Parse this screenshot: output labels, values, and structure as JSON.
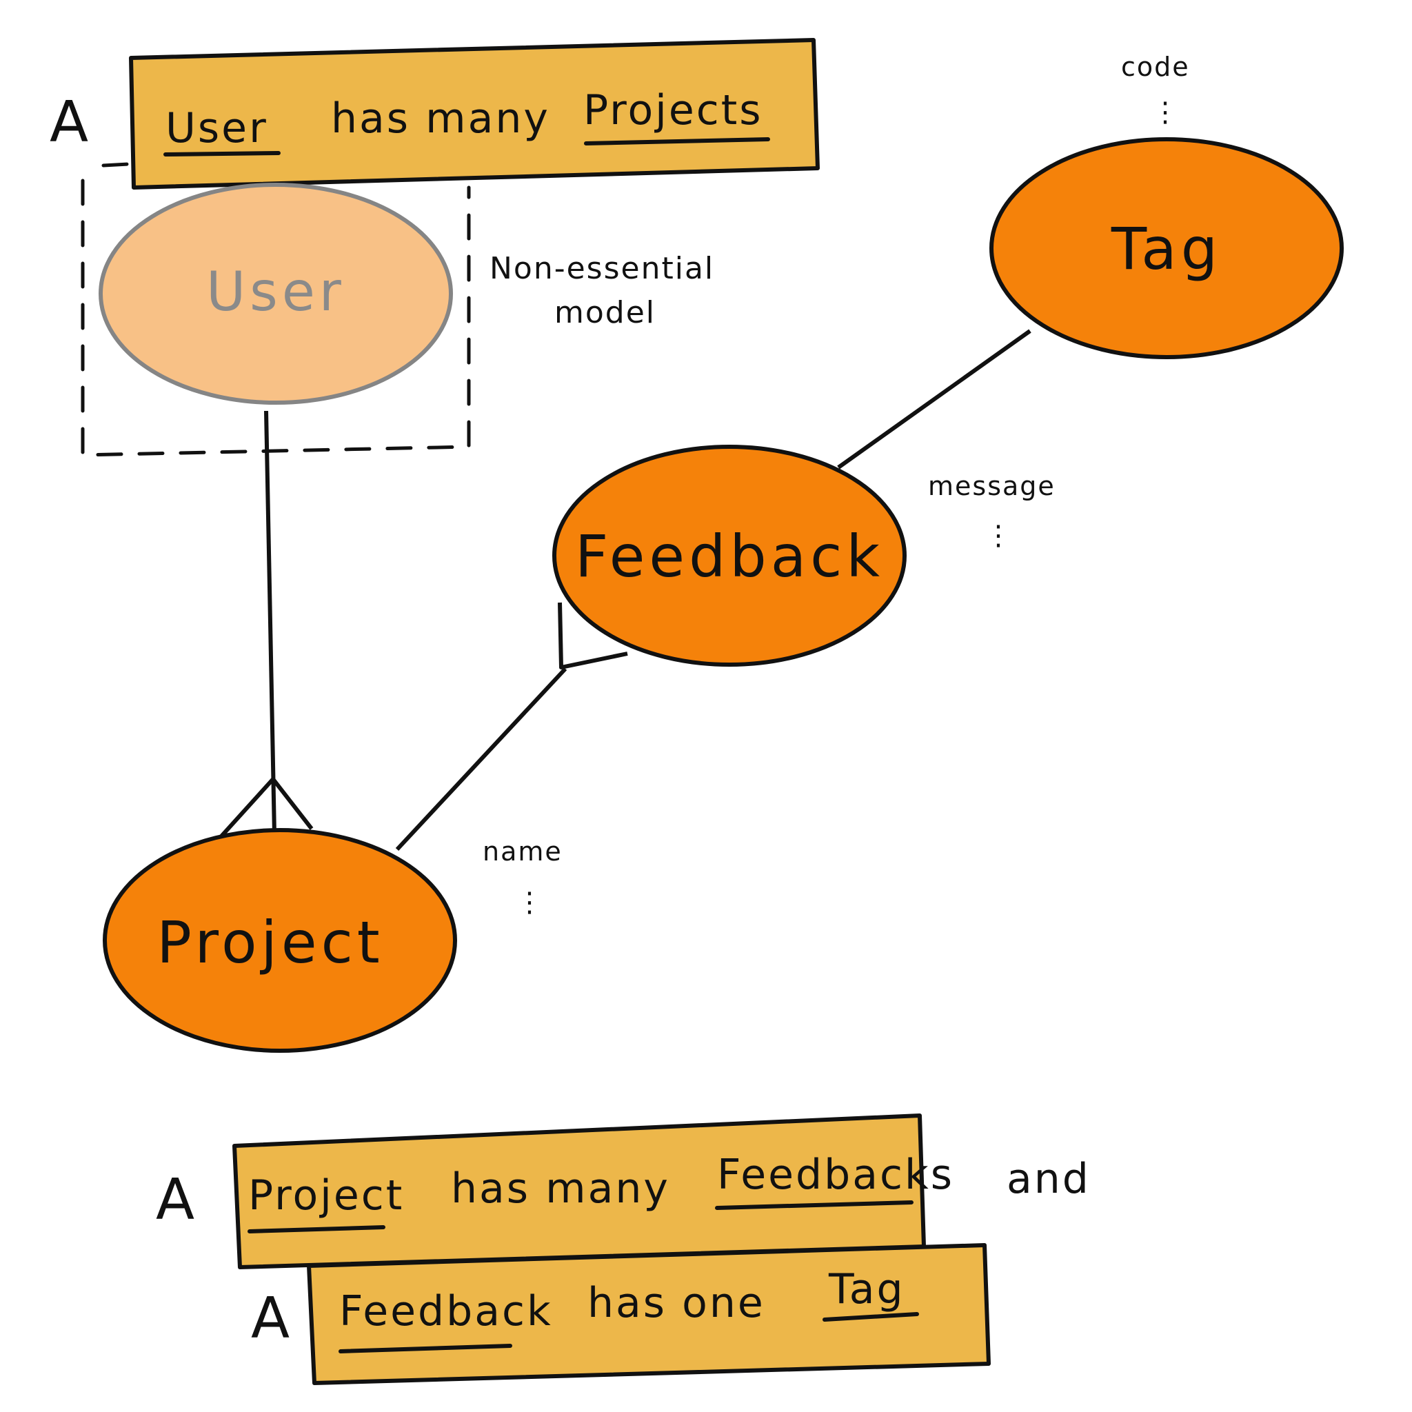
{
  "colors": {
    "entity_fill": "#f5820a",
    "user_fill": "#f8c186",
    "user_stroke": "#858585",
    "banner_fill": "#edb74a",
    "stroke": "#111111"
  },
  "banners": {
    "top": {
      "prefix": "A",
      "subject": "User",
      "verb": "has many",
      "object": "Projects"
    },
    "middle": {
      "prefix": "A",
      "subject": "Project",
      "verb": "has many",
      "object": "Feedbacks",
      "suffix": "and"
    },
    "bottom": {
      "prefix": "A",
      "subject": "Feedback",
      "verb": "has one",
      "object": "Tag"
    }
  },
  "entities": {
    "user": "User",
    "project": "Project",
    "feedback": "Feedback",
    "tag": "Tag"
  },
  "attributes": {
    "project": "name",
    "feedback": "message",
    "tag": "code",
    "ellipsis": "⋮"
  },
  "notes": {
    "non_essential_line1": "Non-essential",
    "non_essential_line2": "model"
  }
}
